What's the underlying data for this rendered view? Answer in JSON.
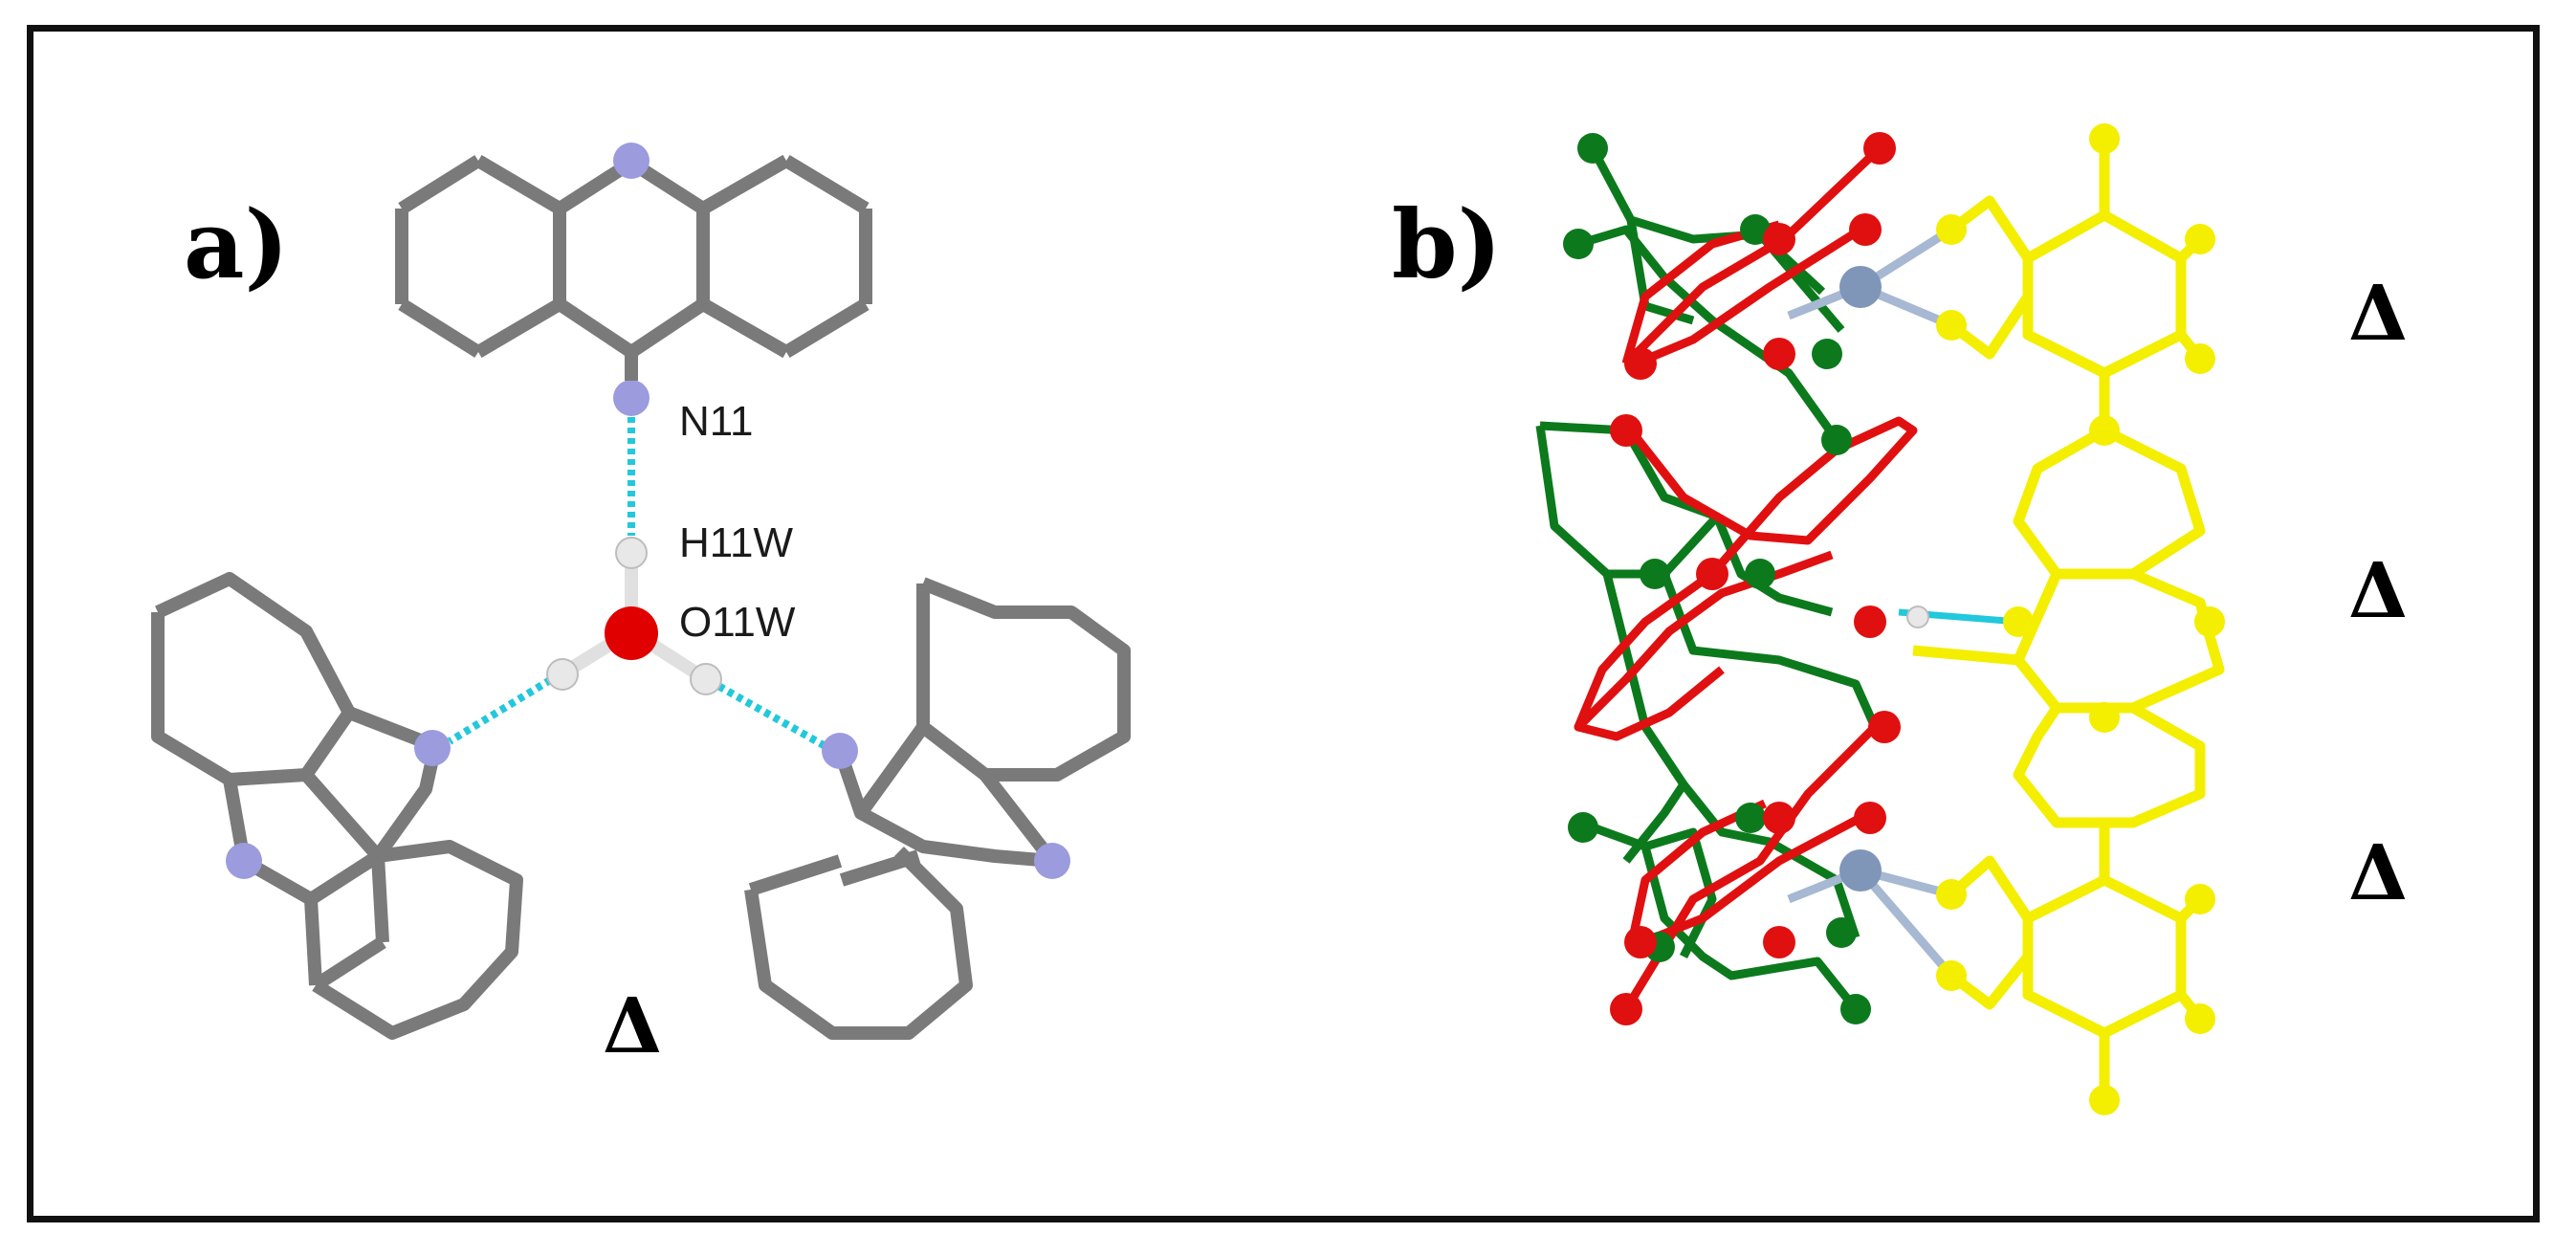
{
  "panel_a": {
    "label": "a)",
    "atom_labels": {
      "n11": "N11",
      "h11w": "H11W",
      "o11w": "O11W"
    },
    "chirality": "Δ"
  },
  "panel_b": {
    "label": "b)",
    "chirality": [
      "Δ",
      "Δ",
      "Δ"
    ]
  },
  "colors": {
    "bond_gray": "#7a7a7a",
    "nitrogen": "#9b9bde",
    "oxygen_water": "#e00000",
    "hydrogen": "#e8e8e8",
    "hbond": "#22c8dc",
    "ligand_green": "#0c7a1c",
    "ligand_red": "#e01010",
    "ligand_yellow": "#f4ee00",
    "metal": "#8096b8",
    "frame": "#111111"
  }
}
